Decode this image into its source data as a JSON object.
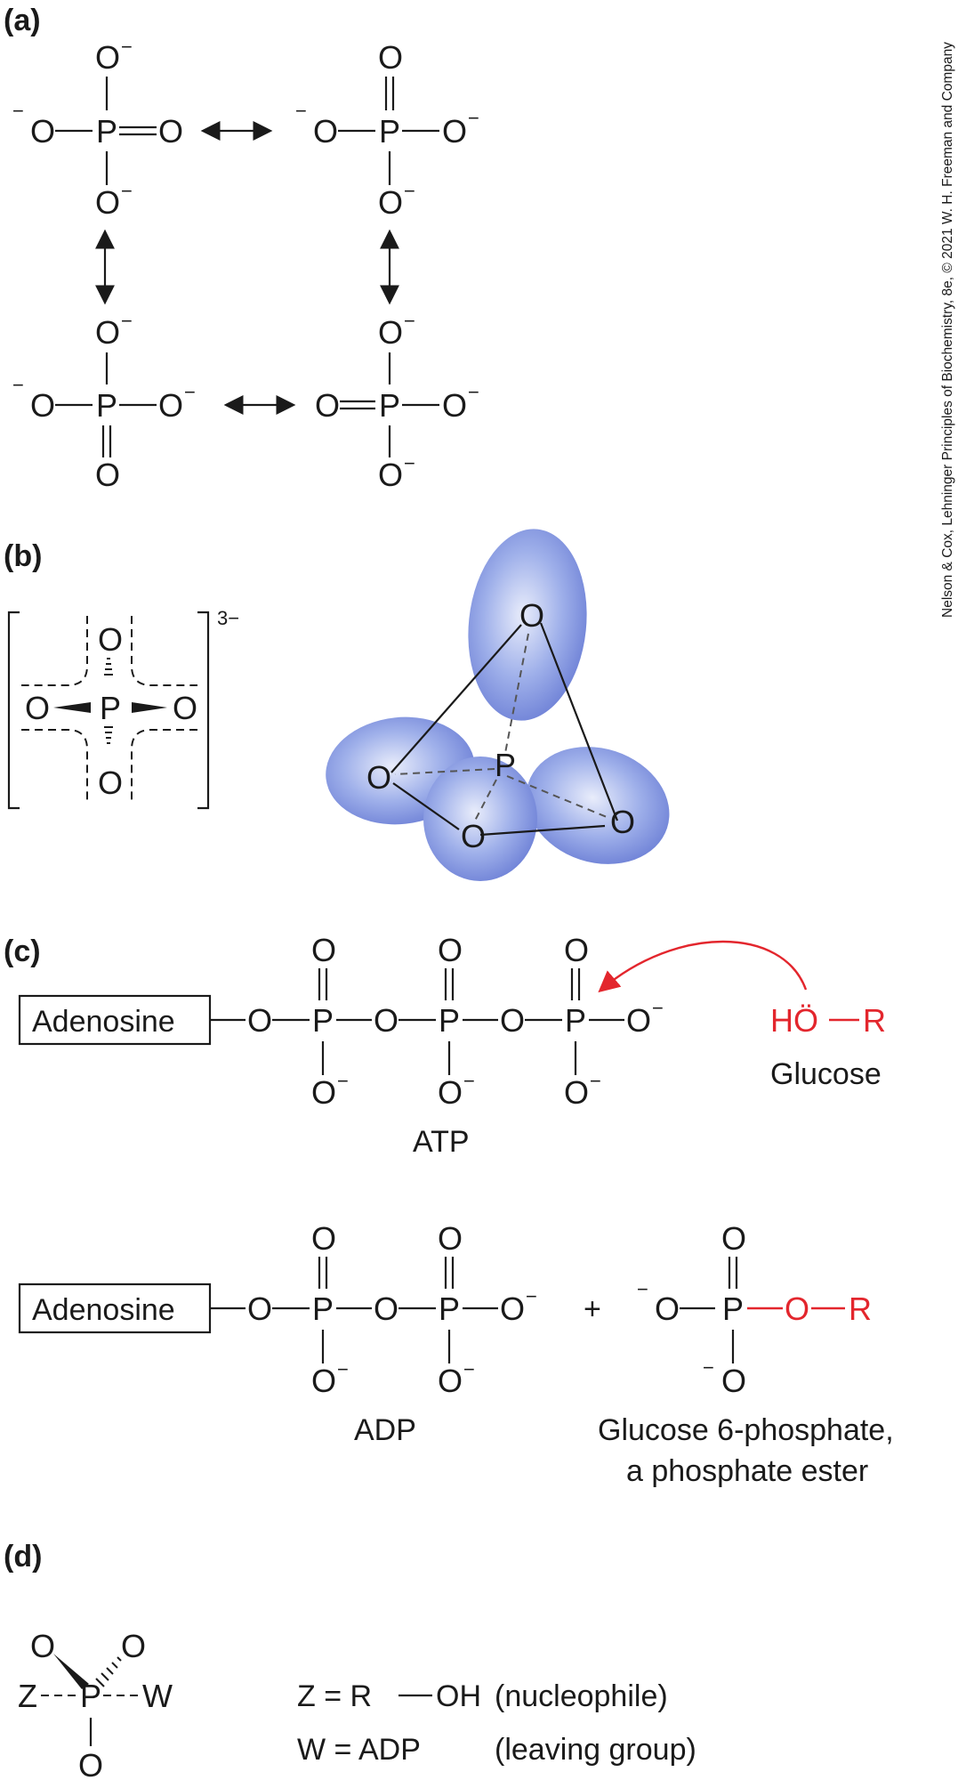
{
  "panels": {
    "a": "(a)",
    "b": "(b)",
    "c": "(c)",
    "d": "(d)"
  },
  "atoms": {
    "O": "O",
    "P": "P",
    "minus": "−",
    "R": "R",
    "HO": "HÖ",
    "Z": "Z",
    "W": "W"
  },
  "charge_b": "3−",
  "panel_c": {
    "adenosine": "Adenosine",
    "glucose": "Glucose",
    "atp": "ATP",
    "adp": "ADP",
    "plus": "+",
    "product_line1": "Glucose 6-phosphate,",
    "product_line2": "a phosphate ester"
  },
  "panel_d": {
    "z_eq": "Z = R",
    "z_oh": "OH",
    "z_role": "(nucleophile)",
    "w_eq": "W = ADP",
    "w_role": "(leaving group)"
  },
  "credit": "Nelson & Cox, Lehninger Principles of Biochemistry, 8e, © 2021 W. H. Freeman and Company",
  "colors": {
    "red": "#e3262d",
    "orbital": "#7b8ee0"
  }
}
